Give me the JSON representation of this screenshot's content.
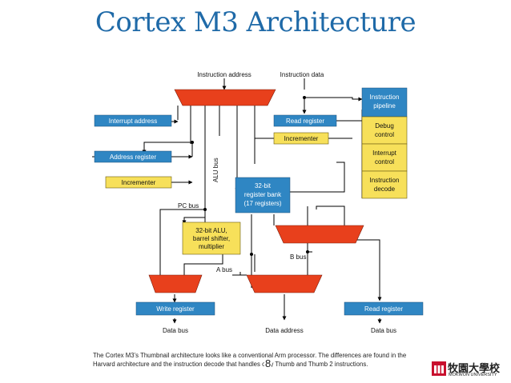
{
  "slide": {
    "title": "Cortex M3 Architecture",
    "caption": "The Cortex M3’s Thumbnail architecture looks like a conventional Arm processor. The differences are found in the Harvard architecture and the instruction decode that handles only Thumb and Thumb 2 instructions.",
    "page_number": "8"
  },
  "logo": {
    "name": "牧園大學校",
    "subtitle": "MOKWON UNIVERSITY"
  },
  "diagram": {
    "top_labels": {
      "instruction_address": "Instruction address",
      "instruction_data": "Instruction data"
    },
    "blocks": {
      "interrupt_address": "Interrupt address",
      "read_register_top": "Read register",
      "incrementer_top": "Incrementer",
      "address_register": "Address register",
      "incrementer_left": "Incrementer",
      "register_bank": [
        "32-bit",
        "register bank",
        "(17 registers)"
      ],
      "alu": [
        "32-bit ALU,",
        "barrel shifter,",
        "multiplier"
      ],
      "write_register": "Write register",
      "read_register_bottom": "Read register"
    },
    "pipeline": {
      "instruction_pipeline": [
        "Instruction",
        "pipeline"
      ],
      "debug_control": [
        "Debug",
        "control"
      ],
      "interrupt_control": [
        "Interrupt",
        "control"
      ],
      "instruction_decode": [
        "Instruction",
        "decode"
      ]
    },
    "bus_labels": {
      "alu_bus": "ALU bus",
      "pc_bus": "PC bus",
      "b_bus": "B bus",
      "a_bus": "A bus"
    },
    "bottom_labels": {
      "data_bus_left": "Data bus",
      "data_address": "Data address",
      "data_bus_right": "Data bus"
    },
    "colors": {
      "blue_block": "#2f86c3",
      "yellow_block": "#f7e05a",
      "mux_fill": "#e8401c",
      "wire": "#000000"
    }
  }
}
